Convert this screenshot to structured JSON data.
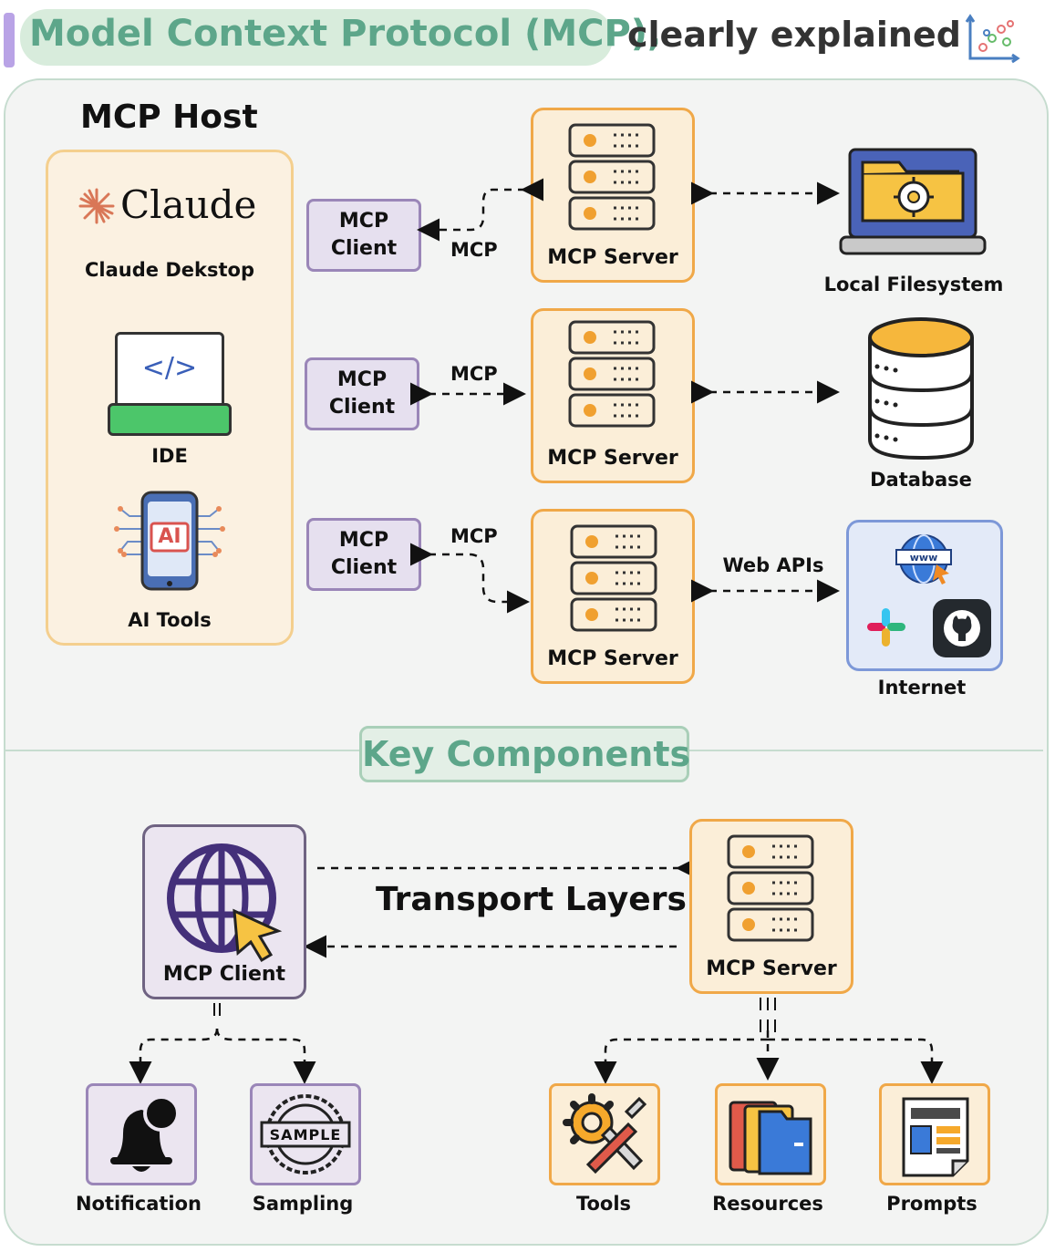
{
  "title": {
    "main": "Model Context Protocol (MCP),",
    "sub": "clearly explained"
  },
  "host": {
    "title": "MCP Host",
    "claude_logo": "Claude",
    "claude_desktop": "Claude Dekstop",
    "ide": "IDE",
    "ide_code": "</>",
    "ai_tools": "AI Tools",
    "ai_badge": "AI"
  },
  "rows": [
    {
      "client": [
        "MCP",
        "Client"
      ],
      "protocol": "MCP",
      "server": "MCP Server",
      "target": "Local Filesystem"
    },
    {
      "client": [
        "MCP",
        "Client"
      ],
      "protocol": "MCP",
      "server": "MCP Server",
      "target": "Database"
    },
    {
      "client": [
        "MCP",
        "Client"
      ],
      "protocol": "MCP",
      "server": "MCP Server",
      "target": "Internet",
      "link_label": "Web APIs",
      "www": "www"
    }
  ],
  "key": {
    "title": "Key Components",
    "client": "MCP Client",
    "server": "MCP Server",
    "transport": "Transport Layers",
    "client_children": [
      "Notification",
      "Sampling"
    ],
    "server_children": [
      "Tools",
      "Resources",
      "Prompts"
    ],
    "sample_stamp": "SAMPLE"
  },
  "colors": {
    "accent_green": "#5da68a",
    "server_orange": "#f0a848",
    "client_purple": "#9a86b8",
    "host_yellow": "#f4cf8e"
  }
}
